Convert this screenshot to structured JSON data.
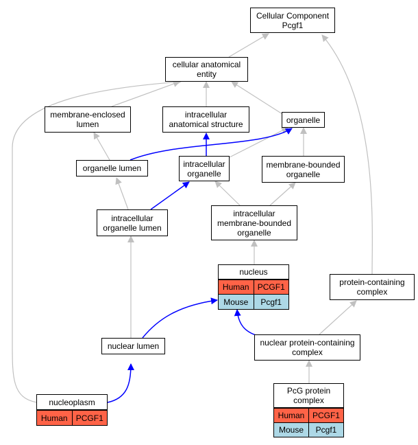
{
  "colors": {
    "human": "#ff6347",
    "mouse": "#add8e6",
    "highlight_edge": "#0000ff",
    "default_edge": "#c0c0c0"
  },
  "nodes": {
    "cellular_component": "Cellular Component\nPcgf1",
    "cellular_anatomical_entity": "cellular anatomical\nentity",
    "membrane_enclosed_lumen": "membrane-enclosed\nlumen",
    "intracellular_anatomical_structure": "intracellular\nanatomical structure",
    "organelle": "organelle",
    "organelle_lumen": "organelle lumen",
    "intracellular_organelle": "intracellular\norganelle",
    "membrane_bounded_organelle": "membrane-bounded\norganelle",
    "intracellular_organelle_lumen": "intracellular\norganelle lumen",
    "intracellular_membrane_bounded_organelle": "intracellular\nmembrane-bounded\norganelle",
    "protein_containing_complex": "protein-containing\ncomplex",
    "nuclear_lumen": "nuclear lumen",
    "nuclear_protein_containing_complex": "nuclear protein-containing\ncomplex"
  },
  "nucleus": {
    "title": "nucleus",
    "rows": [
      {
        "species": "Human",
        "gene": "PCGF1"
      },
      {
        "species": "Mouse",
        "gene": "Pcgf1"
      }
    ]
  },
  "nucleoplasm": {
    "title": "nucleoplasm",
    "rows": [
      {
        "species": "Human",
        "gene": "PCGF1"
      }
    ]
  },
  "pcg_complex": {
    "title": "PcG protein\ncomplex",
    "rows": [
      {
        "species": "Human",
        "gene": "PCGF1"
      },
      {
        "species": "Mouse",
        "gene": "Pcgf1"
      }
    ]
  }
}
